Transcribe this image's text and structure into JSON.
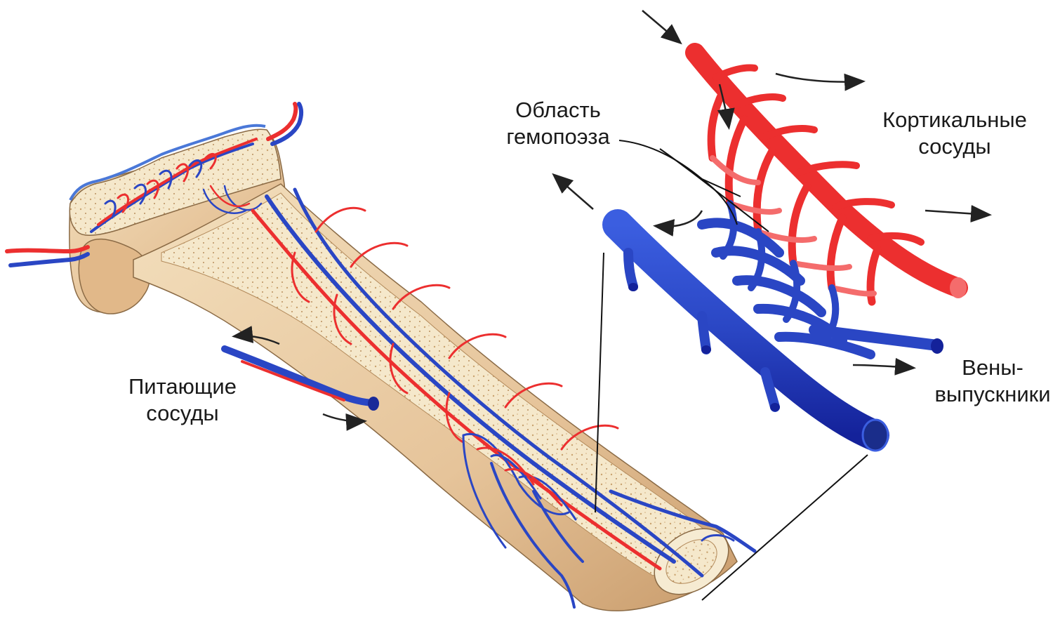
{
  "colors": {
    "artery": "#ec2f2f",
    "artery_light": "#f46c6c",
    "vein": "#2a46c4",
    "vein_dark": "#14229a",
    "bone": "#e9cfa6",
    "bone_shadow": "#c59a6a",
    "marrow": "#f4e6c8",
    "arrow": "#222222",
    "periosteum": "#4a78d8"
  },
  "labels": {
    "hematopoiesis": {
      "line1": "Область",
      "line2": "гемопоэза"
    },
    "cortical_vessels": {
      "line1": "Кортикальные",
      "line2": "сосуды"
    },
    "nutrient_vessels": {
      "line1": "Питающие",
      "line2": "сосуды"
    },
    "emissary_veins": {
      "line1": "Вены-",
      "line2": "выпускники"
    }
  }
}
